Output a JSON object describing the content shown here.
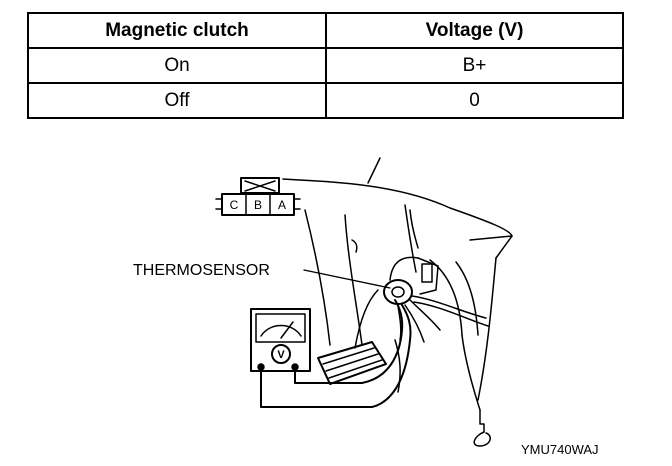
{
  "table": {
    "headers": [
      "Magnetic clutch",
      "Voltage (V)"
    ],
    "rows": [
      [
        "On",
        "B+"
      ],
      [
        "Off",
        "0"
      ]
    ]
  },
  "figure": {
    "connector_pins": [
      "C",
      "B",
      "A"
    ],
    "sensor_label": "THERMOSENSOR",
    "meter_symbol": "V",
    "figure_code": "YMU740WAJ"
  }
}
